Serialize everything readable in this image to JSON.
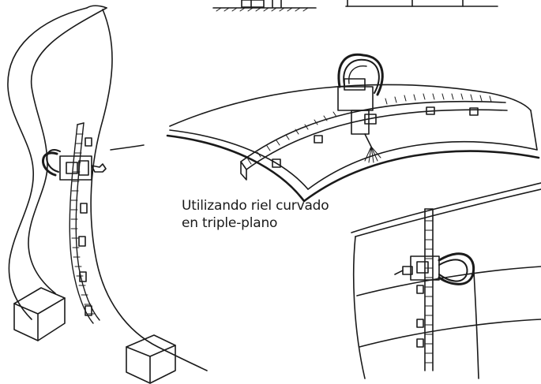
{
  "caption": {
    "line1": "Utilizando riel curvado",
    "line2": "en triple-plano"
  },
  "colors": {
    "ink": "#1a1a1a",
    "background": "#ffffff"
  },
  "figures": [
    "vertical-curved-pipe-with-curved-rail",
    "horizontal-curved-plate-with-curved-rail",
    "cylindrical-tank-with-vertical-rail"
  ]
}
